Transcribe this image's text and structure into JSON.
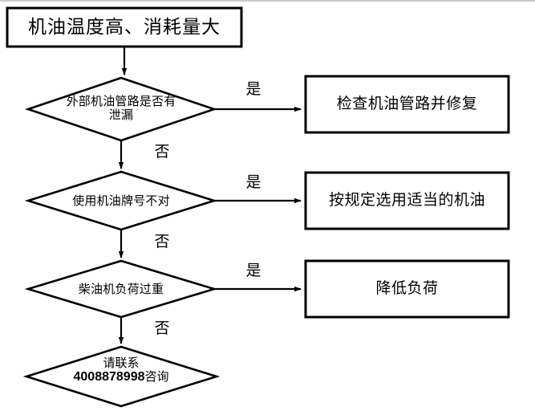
{
  "diagram": {
    "type": "flowchart",
    "title_node": {
      "id": "start",
      "shape": "rectangle",
      "label": "机油温度高、消耗量大"
    },
    "decisions": [
      {
        "id": "d1",
        "shape": "diamond",
        "label_line1": "外部机油管路是否有",
        "label_line2": "泄漏",
        "yes_label": "是",
        "no_label": "否",
        "action": {
          "id": "a1",
          "shape": "rectangle",
          "label": "检查机油管路并修复"
        }
      },
      {
        "id": "d2",
        "shape": "diamond",
        "label_line1": "使用机油牌号不对",
        "label_line2": "",
        "yes_label": "是",
        "no_label": "否",
        "action": {
          "id": "a2",
          "shape": "rectangle",
          "label": "按规定选用适当的机油"
        }
      },
      {
        "id": "d3",
        "shape": "diamond",
        "label_line1": "柴油机负荷过重",
        "label_line2": "",
        "yes_label": "是",
        "no_label": "否",
        "action": {
          "id": "a3",
          "shape": "rectangle",
          "label": "降低负荷"
        }
      }
    ],
    "end_node": {
      "id": "end",
      "shape": "diamond",
      "label_line1": "请联系",
      "phone": "4008878998",
      "label_suffix": "咨询"
    },
    "colors": {
      "stroke": "#000000",
      "text": "#000000",
      "background": "#ffffff"
    }
  }
}
